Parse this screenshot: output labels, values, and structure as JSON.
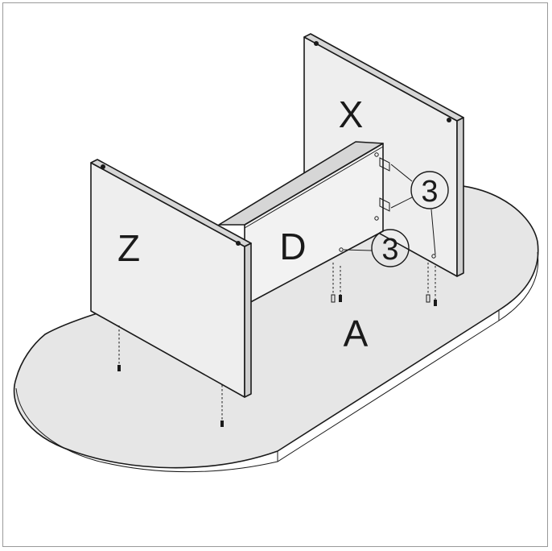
{
  "labels": {
    "panel_left": "Z",
    "panel_back": "X",
    "panel_middle": "D",
    "tabletop": "A"
  },
  "callouts": {
    "upper": "3",
    "lower": "3"
  }
}
